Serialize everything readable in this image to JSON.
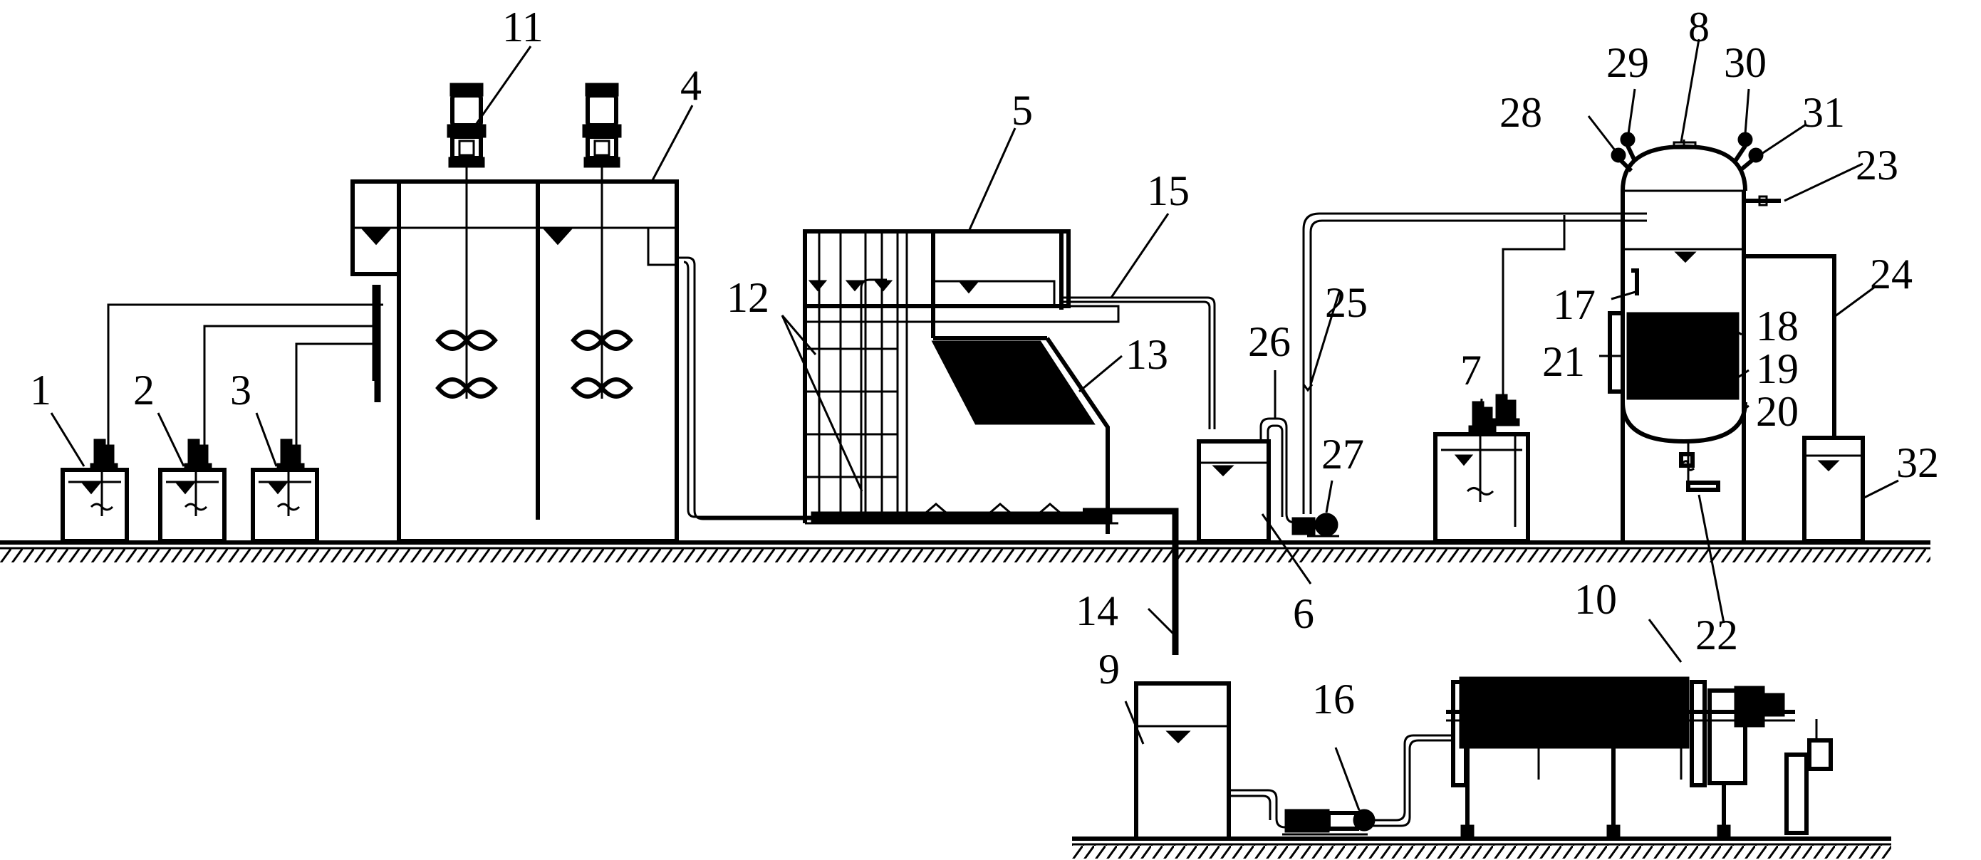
{
  "labels": {
    "n1": "1",
    "n2": "2",
    "n3": "3",
    "n4": "4",
    "n5": "5",
    "n6": "6",
    "n7": "7",
    "n8": "8",
    "n9": "9",
    "n10": "10",
    "n11": "11",
    "n12": "12",
    "n13": "13",
    "n14": "14",
    "n15": "15",
    "n16": "16",
    "n17": "17",
    "n18": "18",
    "n19": "19",
    "n20": "20",
    "n21": "21",
    "n22": "22",
    "n23": "23",
    "n24": "24",
    "n25": "25",
    "n26": "26",
    "n27": "27",
    "n28": "28",
    "n29": "29",
    "n30": "30",
    "n31": "31",
    "n32": "32"
  },
  "colors": {
    "ink": "#000000",
    "background": "#ffffff"
  }
}
